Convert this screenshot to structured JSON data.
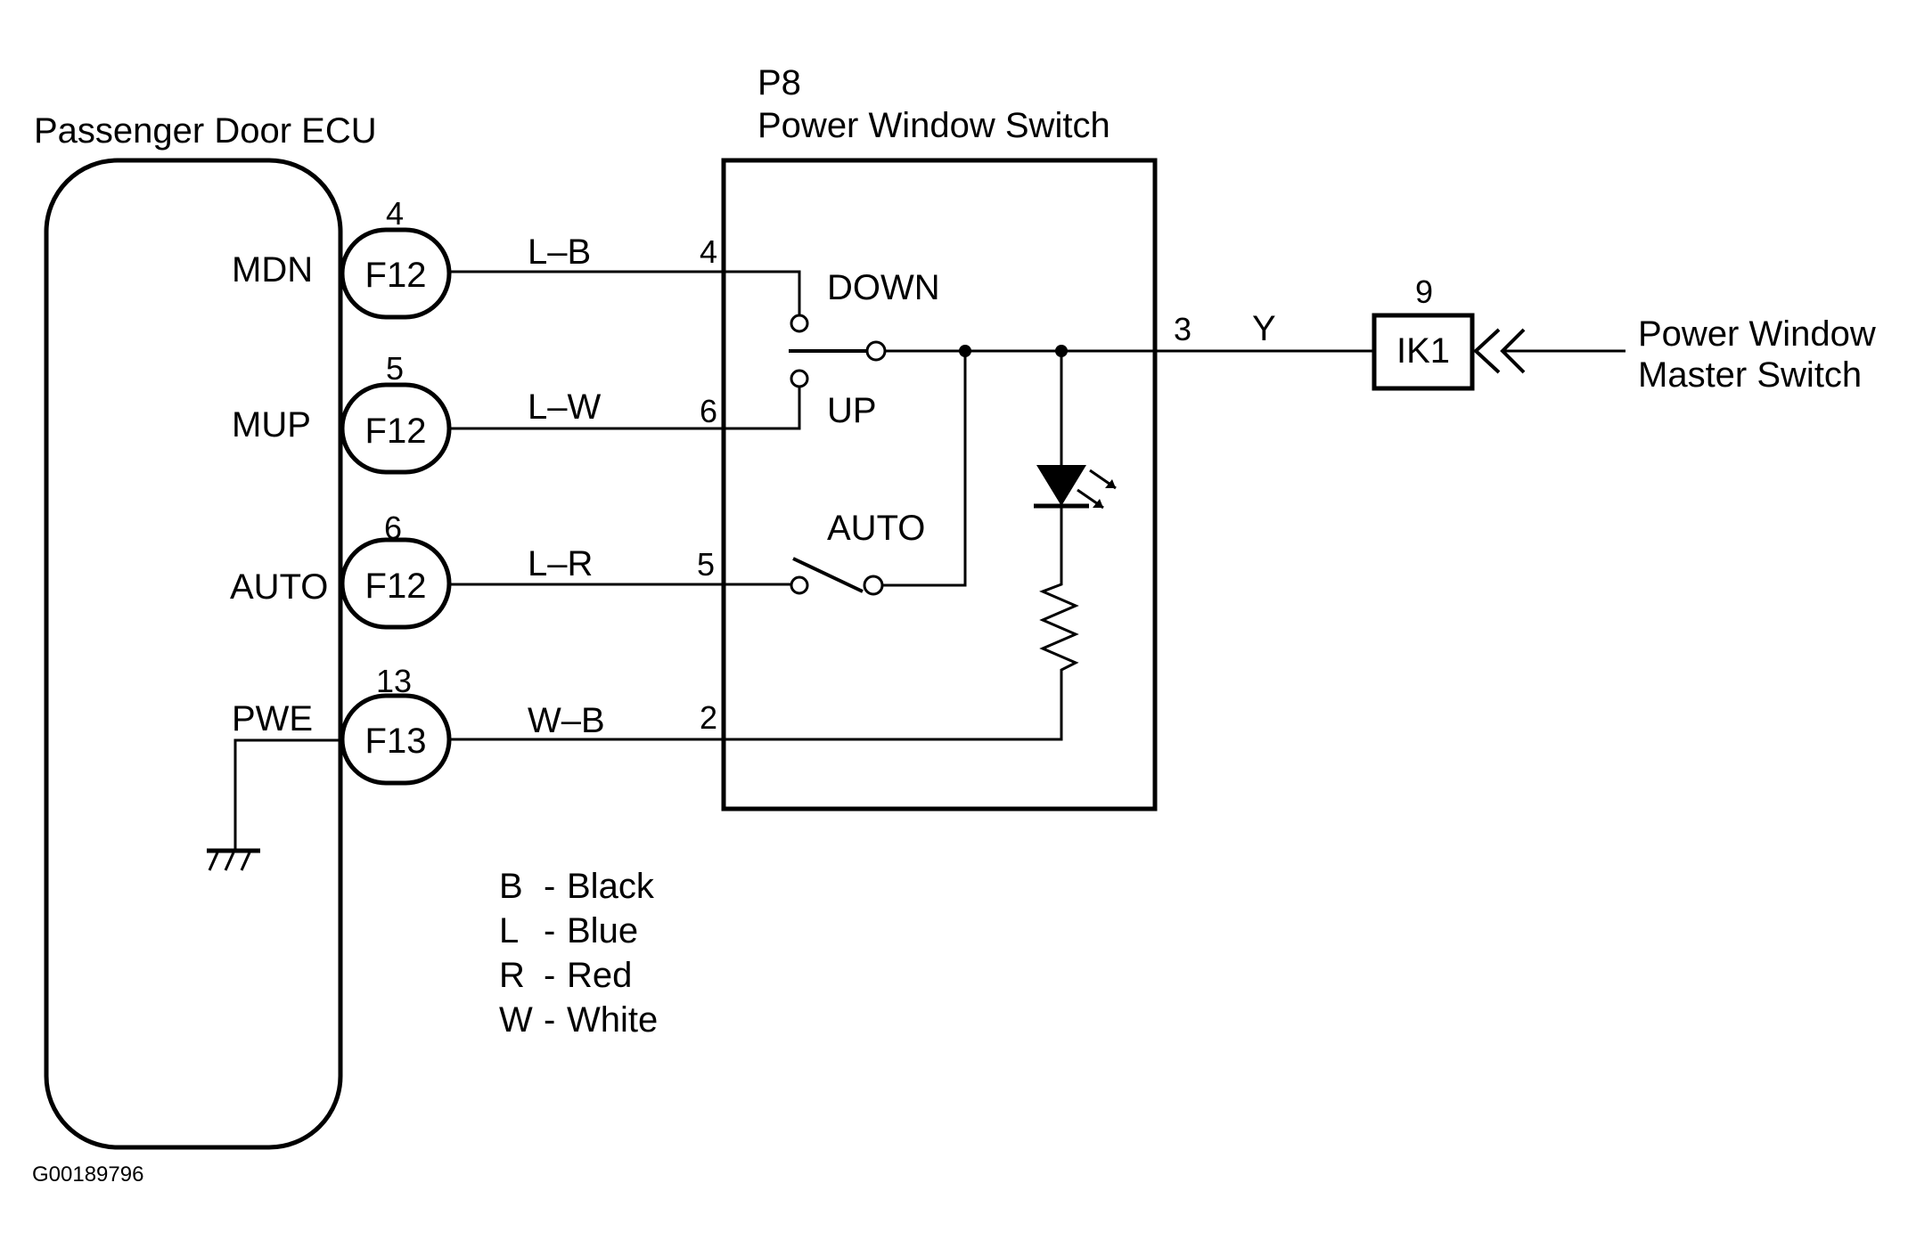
{
  "ecu": {
    "title": "Passenger Door ECU",
    "terminals": [
      {
        "name": "MDN",
        "connector": "F12",
        "pin": "4"
      },
      {
        "name": "MUP",
        "connector": "F12",
        "pin": "5"
      },
      {
        "name": "AUTO",
        "connector": "F12",
        "pin": "6"
      },
      {
        "name": "PWE",
        "connector": "F13",
        "pin": "13"
      }
    ]
  },
  "wires": [
    {
      "color_code": "L–B",
      "switch_pin": "4"
    },
    {
      "color_code": "L–W",
      "switch_pin": "6"
    },
    {
      "color_code": "L–R",
      "switch_pin": "5"
    },
    {
      "color_code": "W–B",
      "switch_pin": "2"
    }
  ],
  "switch": {
    "id": "P8",
    "title": "Power Window Switch",
    "down_label": "DOWN",
    "up_label": "UP",
    "auto_label": "AUTO",
    "output_pin": "3"
  },
  "output_wire": {
    "color_code": "Y"
  },
  "junction": {
    "id": "IK1",
    "pin": "9"
  },
  "master": {
    "line1": "Power Window",
    "line2": "Master Switch"
  },
  "legend": [
    {
      "code": "B",
      "sep": "-",
      "color": "Black"
    },
    {
      "code": "L",
      "sep": "-",
      "color": "Blue"
    },
    {
      "code": "R",
      "sep": "-",
      "color": "Red"
    },
    {
      "code": "W",
      "sep": "-",
      "color": "White"
    }
  ],
  "figure_id": "G00189796"
}
